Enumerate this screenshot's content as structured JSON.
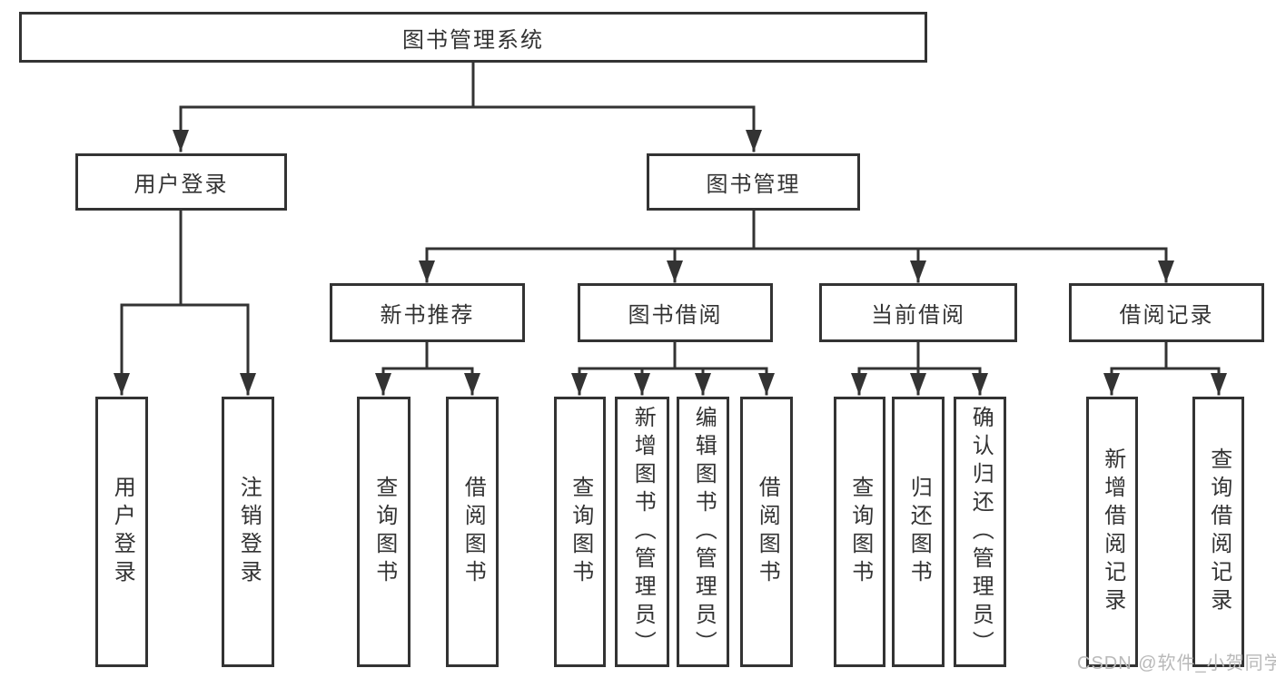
{
  "colors": {
    "line": "#333333",
    "border": "#333333",
    "text": "#333333",
    "background": "#ffffff",
    "watermark": "#b9b9b9"
  },
  "watermark": "CSDN @软件_小贺同学",
  "tree": {
    "root": "图书管理系统",
    "children": [
      {
        "label": "用户登录",
        "children": [
          "用户登录",
          "注销登录"
        ]
      },
      {
        "label": "图书管理",
        "children": [
          {
            "label": "新书推荐",
            "children": [
              "查询图书",
              "借阅图书"
            ]
          },
          {
            "label": "图书借阅",
            "children": [
              "查询图书",
              "新增图书（管理员）",
              "编辑图书（管理员）",
              "借阅图书"
            ]
          },
          {
            "label": "当前借阅",
            "children": [
              "查询图书",
              "归还图书",
              "确认归还（管理员）"
            ]
          },
          {
            "label": "借阅记录",
            "children": [
              "新增借阅记录",
              "查询借阅记录"
            ]
          }
        ]
      }
    ]
  }
}
